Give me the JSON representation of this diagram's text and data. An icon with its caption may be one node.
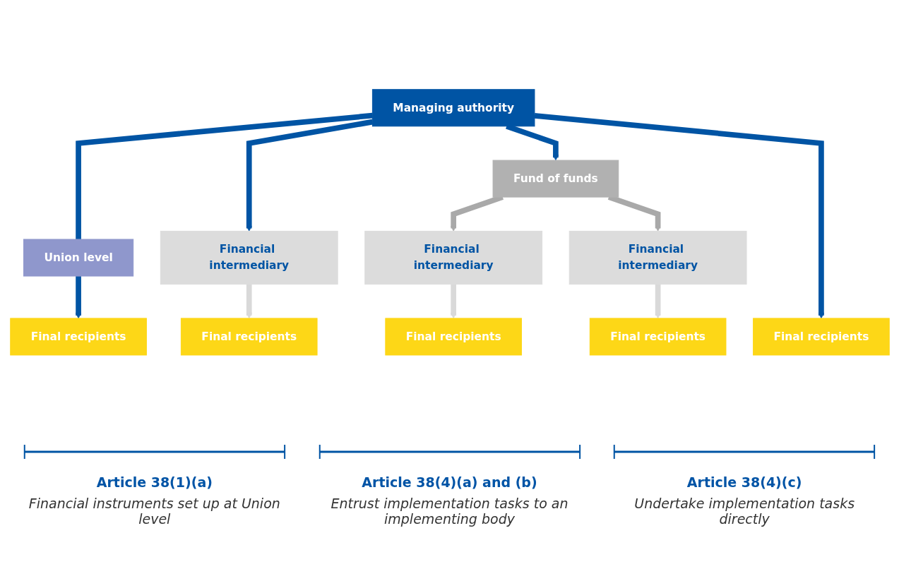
{
  "diagram": {
    "nodes": [
      {
        "text": [
          "Managing authority"
        ]
      },
      {
        "text": [
          "Union level"
        ]
      },
      {
        "text": [
          "Final recipients"
        ]
      },
      {
        "text": [
          "Financial intermediary"
        ]
      },
      {
        "text": [
          "Final recipients"
        ]
      },
      {
        "text": [
          "Fund of funds"
        ]
      },
      {
        "text": [
          "Financial intermediary"
        ]
      },
      {
        "text": [
          "Final recipients"
        ]
      },
      {
        "text": [
          "Financial intermediary"
        ]
      },
      {
        "text": [
          "Final recipients"
        ]
      },
      {
        "text": [
          "Final recipients"
        ]
      }
    ],
    "edges": [
      {
        "from": 0,
        "to": 1,
        "arrow": "none"
      },
      {
        "from": 1,
        "to": 2,
        "arrow": "to"
      },
      {
        "from": 0,
        "to": 3,
        "arrow": "to"
      },
      {
        "from": 3,
        "to": 4,
        "arrow": "to",
        "color": "#d9d9d9"
      },
      {
        "from": 0,
        "to": 5,
        "arrow": "to"
      },
      {
        "from": 5,
        "to": 6,
        "arrow": "to",
        "color": "#a9a9a9"
      },
      {
        "from": 6,
        "to": 7,
        "arrow": "to",
        "color": "#d9d9d9"
      },
      {
        "from": 5,
        "to": 8,
        "arrow": "to",
        "color": "#a9a9a9"
      },
      {
        "from": 8,
        "to": 9,
        "arrow": "to",
        "color": "#d9d9d9"
      },
      {
        "from": 0,
        "to": 10,
        "arrow": "to"
      }
    ],
    "labels": [
      "Article 38(1)(a)",
      "Financial instruments set up at Union level",
      "Article 38(4)(a) and (b)",
      "Entrust implementation tasks to an implementing body",
      "Article 38(4)(c)",
      "Undertake implementation tasks directly"
    ]
  }
}
